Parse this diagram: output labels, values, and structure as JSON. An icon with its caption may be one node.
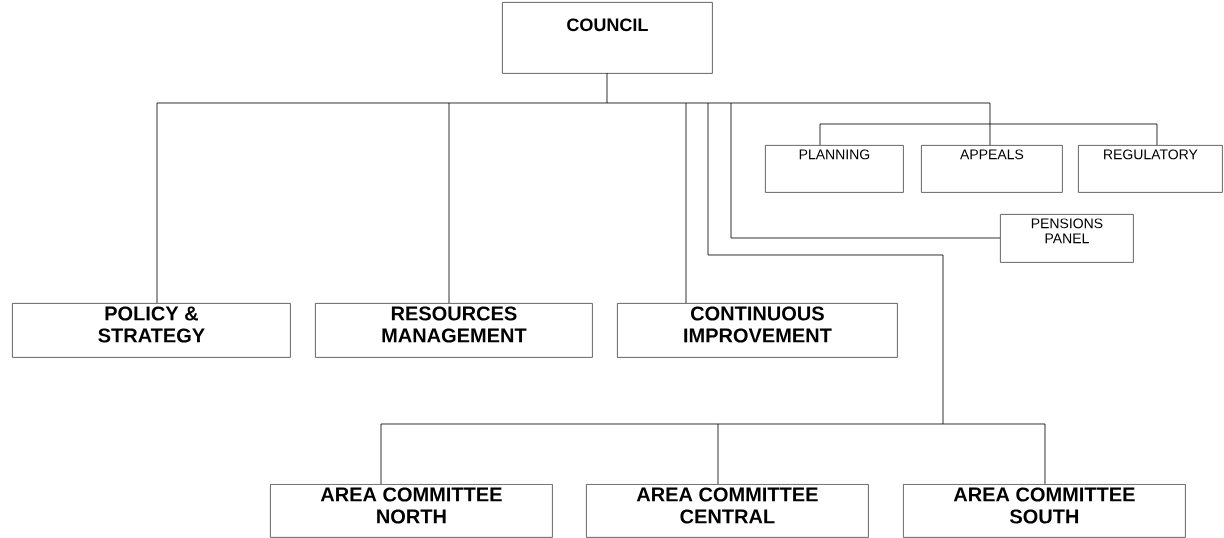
{
  "diagram": {
    "nodes": [
      {
        "text": [
          "COUNCIL"
        ]
      },
      {
        "text": [
          "POLICY & STRATEGY"
        ]
      },
      {
        "text": [
          "RESOURCES MANAGEMENT"
        ]
      },
      {
        "text": [
          "CONTINUOUS IMPROVEMENT"
        ]
      },
      {
        "text": [
          "PLANNING"
        ]
      },
      {
        "text": [
          "APPEALS"
        ]
      },
      {
        "text": [
          "REGULATORY"
        ]
      },
      {
        "text": [
          "PENSIONS PANEL"
        ]
      },
      {
        "text": [
          "AREA COMMITTEE NORTH"
        ]
      },
      {
        "text": [
          "AREA COMMITTEE CENTRAL"
        ]
      },
      {
        "text": [
          "AREA COMMITTEE SOUTH"
        ]
      }
    ],
    "edges": [
      {
        "from": 0,
        "to": 1,
        "arrow": "none"
      },
      {
        "from": 0,
        "to": 2,
        "arrow": "none"
      },
      {
        "from": 0,
        "to": 3,
        "arrow": "none"
      },
      {
        "from": 0,
        "to": 4,
        "arrow": "none"
      },
      {
        "from": 0,
        "to": 5,
        "arrow": "none"
      },
      {
        "from": 0,
        "to": 6,
        "arrow": "none"
      },
      {
        "from": 0,
        "to": 7,
        "arrow": "none"
      },
      {
        "from": 0,
        "to": 8,
        "arrow": "none"
      },
      {
        "from": 0,
        "to": 9,
        "arrow": "none"
      },
      {
        "from": 0,
        "to": 10,
        "arrow": "none"
      }
    ]
  }
}
